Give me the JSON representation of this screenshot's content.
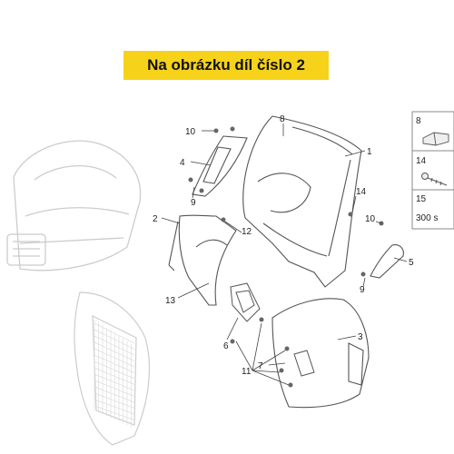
{
  "banner": {
    "text": "Na obrázku díl číslo 2",
    "color": "#f6d21a"
  },
  "callouts": [
    "1",
    "2",
    "3",
    "4",
    "5",
    "6",
    "7",
    "8",
    "9",
    "9",
    "10",
    "10",
    "11",
    "12",
    "13",
    "14"
  ],
  "legend": {
    "items": [
      {
        "num": "8",
        "extra": ""
      },
      {
        "num": "14",
        "extra": ""
      },
      {
        "num": "15",
        "extra": "300 s"
      }
    ]
  },
  "icons": [
    "clip-icon",
    "screw-icon"
  ]
}
